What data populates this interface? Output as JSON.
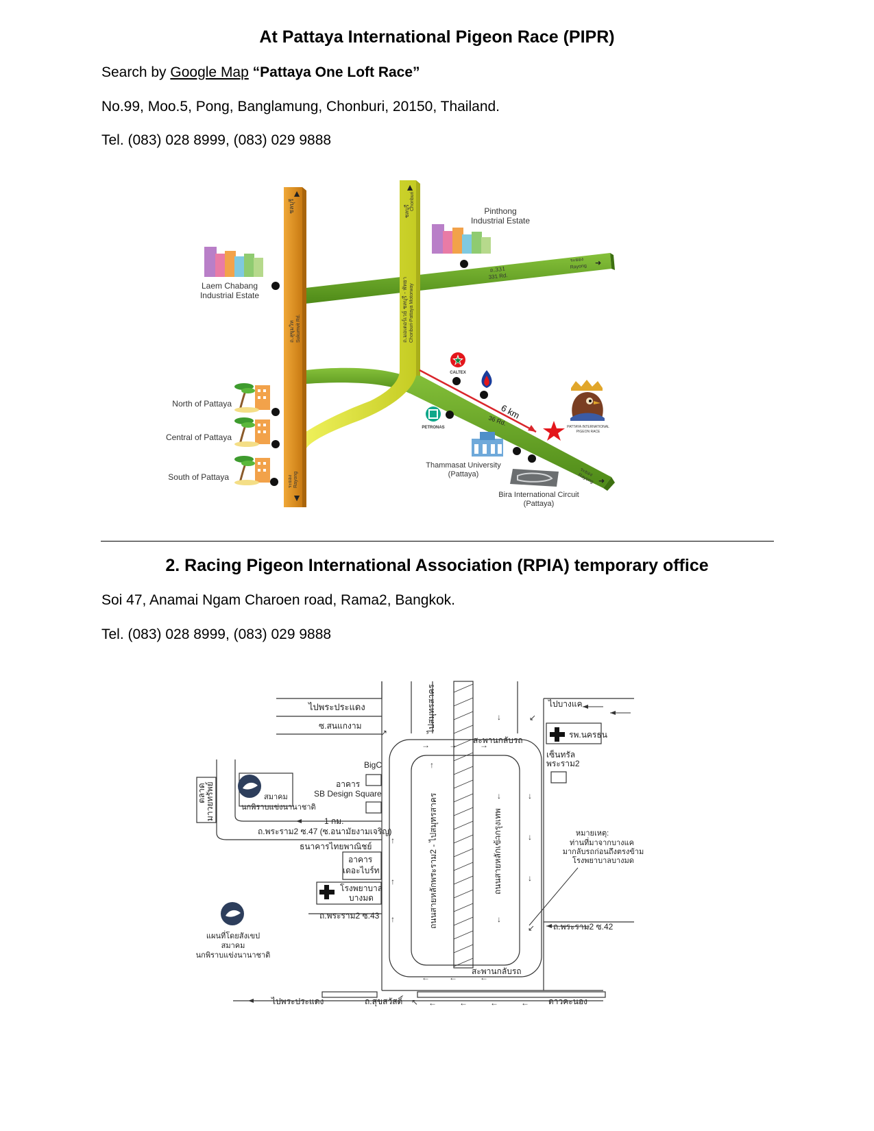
{
  "section1": {
    "title": "At Pattaya International Pigeon Race (PIPR)",
    "search_prefix": "Search by ",
    "search_link": "Google Map",
    "search_query": "“Pattaya One Loft Race”",
    "address": "No.99, Moo.5, Pong, Banglamung, Chonburi, 20150, Thailand.",
    "tel": "Tel. (083) 028 8999, (083) 029 9888"
  },
  "map1": {
    "labels": {
      "pinthong": [
        "Pinthong",
        "Industrial Estate"
      ],
      "laem_chabang": [
        "Laem Chabang",
        "Industrial Estate"
      ],
      "north_pattaya": "North of Pattaya",
      "central_pattaya": "Central of Pattaya",
      "south_pattaya": "South of Pattaya",
      "thammasat": [
        "Thammasat University",
        "(Pattaya)"
      ],
      "bira": [
        "Bira International Circuit",
        "(Pattaya)"
      ],
      "distance": "6 km",
      "road_36": "36 Rd.",
      "road_331": "331 Rd.",
      "road_331_th": "ถ.331",
      "rayong": "Rayong",
      "rayong_th": "ระยอง",
      "chonburi": "Chonburi",
      "chonburi_th": "ชลบุรี",
      "sukhumvit": "Sukumvit Rd.",
      "sukhumvit_th": "ถ.สุขุมวิท",
      "motorway": "Chonburi-Pattaya Motorway",
      "motorway_th": "ถ.มอเตอร์เวย์ ชลบุรี - พัทยา",
      "caltex": "CALTEX",
      "petronas": "PETRONAS",
      "pipr_logo": [
        "PATTAYA INTERNATIONAL",
        "PIGEON RACE"
      ]
    }
  },
  "section2": {
    "title": "2. Racing Pigeon International Association (RPIA) temporary office",
    "address": "Soi 47, Anamai Ngam Charoen road, Rama2, Bangkok.",
    "tel": "Tel. (083) 028 8999, (083) 029 9888"
  },
  "map2": {
    "labels": {
      "to_pradaeng_top": "ไปพระประแดง",
      "soi_sanggam": "ซ.สนแกงาม",
      "to_samut_sakhon": "ไปสมุทรสาคร",
      "bridge_top": "สะพานกลับรถ",
      "to_bangkhae": "ไปบางแค",
      "nakhon_thon_hospital": "รพ.นครธน",
      "central_rama2": [
        "เซ็นทรัล",
        "พระราม2"
      ],
      "bigc": "BigC",
      "sb_design": [
        "อาคาร",
        "SB Design Square"
      ],
      "market": [
        "ตลาด",
        "มาวยทรัพย์"
      ],
      "association": [
        "สมาคม",
        "นกพิราบแข่งนานาชาติ"
      ],
      "one_km": "1 กม.",
      "soi47": "ถ.พระราม2 ซ.47 (ซ.อนามัยงามเจริญ)",
      "thai_bank": "ธนาคารไทยพาณิชย์",
      "building_tower": [
        "อาคาร",
        "เดอะไบร์ท"
      ],
      "bangmod_hospital": [
        "โรงพยาบาล",
        "บางมด"
      ],
      "soi43": "ถ.พระราม2 ซ.43",
      "main_road_left": "ถนนสายหลักพระราม2 - ไปสมุทรสาคร",
      "main_road_right": "ถนนสายหลักเข้ากรุงเทพ",
      "note": [
        "หมายเหตุ:",
        "ท่านที่มาจากบางแค",
        "มากลับรถก่อนถึงตรงข้าม",
        "โรงพยาบาลบางมด"
      ],
      "soi42": "ถ.พระราม2 ซ.42",
      "map_caption": [
        "แผนที่โดยสังเขป",
        "สมาคม",
        "นกพิราบแข่งนานาชาติ"
      ],
      "bridge_bottom": "สะพานกลับรถ",
      "to_pradaeng_bottom": "ไปพระประแดง",
      "suksawat": "ถ.สุขสวัสดิ์",
      "dao_khanong": "ดาวคะนอง"
    }
  },
  "colors": {
    "orange_road": "#E6951F",
    "yellow_road": "#DDE33A",
    "green_road": "#62A226",
    "red_route": "#D9262B"
  }
}
